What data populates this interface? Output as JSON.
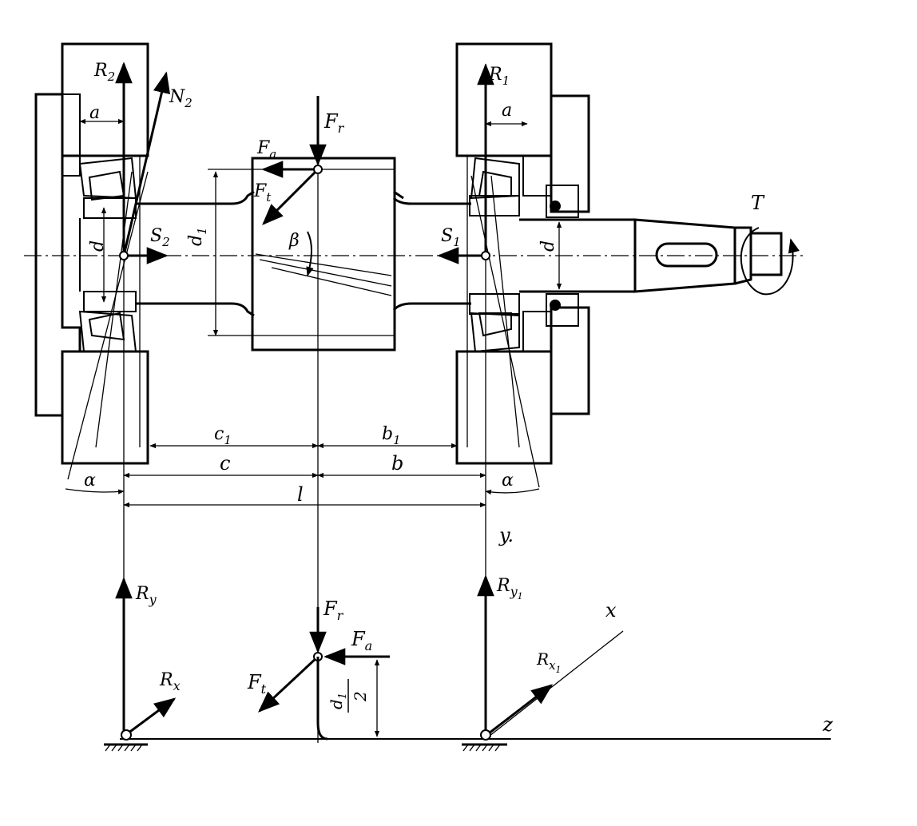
{
  "diagram": {
    "upper_view": {
      "left_bearing": {
        "reaction": "R",
        "reaction_sub": "2",
        "normal": "N",
        "normal_sub": "2",
        "offset": "a",
        "bore": "d",
        "axial": "S",
        "axial_sub": "2",
        "angle": "α"
      },
      "right_bearing": {
        "reaction": "R",
        "reaction_sub": "1",
        "offset": "a",
        "bore": "d",
        "axial": "S",
        "axial_sub": "1",
        "angle": "α"
      },
      "gear": {
        "radial_force": "F",
        "radial_sub": "r",
        "axial_force": "F",
        "axial_sub": "a",
        "tangential_force": "F",
        "tangential_sub": "t",
        "helix_angle": "β",
        "pitch_diameter": "d",
        "pitch_diameter_sub": "1"
      },
      "torque": "T",
      "dimensions": {
        "c1": "c",
        "c1_sub": "1",
        "b1": "b",
        "b1_sub": "1",
        "c": "c",
        "b": "b",
        "l": "l"
      },
      "y_label": "y",
      "y_mark": "."
    },
    "lower_view": {
      "left_support": {
        "ry": "R",
        "ry_sub": "y",
        "rx": "R",
        "rx_sub": "x"
      },
      "right_support": {
        "ry": "R",
        "ry_sub": "y",
        "ry_sub2": "1",
        "rx": "R",
        "rx_sub": "x",
        "rx_sub2": "1"
      },
      "load": {
        "fr": "F",
        "fr_sub": "r",
        "fa": "F",
        "fa_sub": "a",
        "ft": "F",
        "ft_sub": "t",
        "lever_num": "d",
        "lever_num_sub": "1",
        "lever_den": "2"
      },
      "axes": {
        "x": "x",
        "z": "z"
      }
    }
  }
}
